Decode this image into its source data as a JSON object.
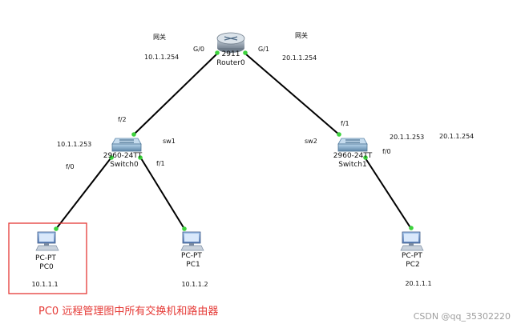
{
  "router": {
    "model": "2911",
    "name": "Router0",
    "port_left": "G/0",
    "port_right": "G/1"
  },
  "gateways": [
    {
      "title": "网关",
      "ip": "10.1.1.254"
    },
    {
      "title": "网关",
      "ip": "20.1.1.254"
    }
  ],
  "switches": [
    {
      "model": "2960-24TT",
      "name": "Switch0",
      "tag": "sw1",
      "ip": "10.1.1.253",
      "port_up": "f/2",
      "port_down_left": "f/0",
      "port_down_right": "f/1"
    },
    {
      "model": "2960-24TT",
      "name": "Switch1",
      "tag": "sw2",
      "ip": "20.1.1.253",
      "ip_extra": "20.1.1.254",
      "port_up": "f/1",
      "port_down": "f/0"
    }
  ],
  "pcs": [
    {
      "model": "PC-PT",
      "name": "PC0",
      "ip": "10.1.1.1"
    },
    {
      "model": "PC-PT",
      "name": "PC1",
      "ip": "10.1.1.2"
    },
    {
      "model": "PC-PT",
      "name": "PC2",
      "ip": "20.1.1.1"
    }
  ],
  "caption": "PC0 远程管理图中所有交换机和路由器",
  "watermark": "CSDN @qq_35302220",
  "colors": {
    "link": "#000000",
    "link_dot": "#3cd23c",
    "highlight_box": "#e53935",
    "caption": "#e53935"
  }
}
